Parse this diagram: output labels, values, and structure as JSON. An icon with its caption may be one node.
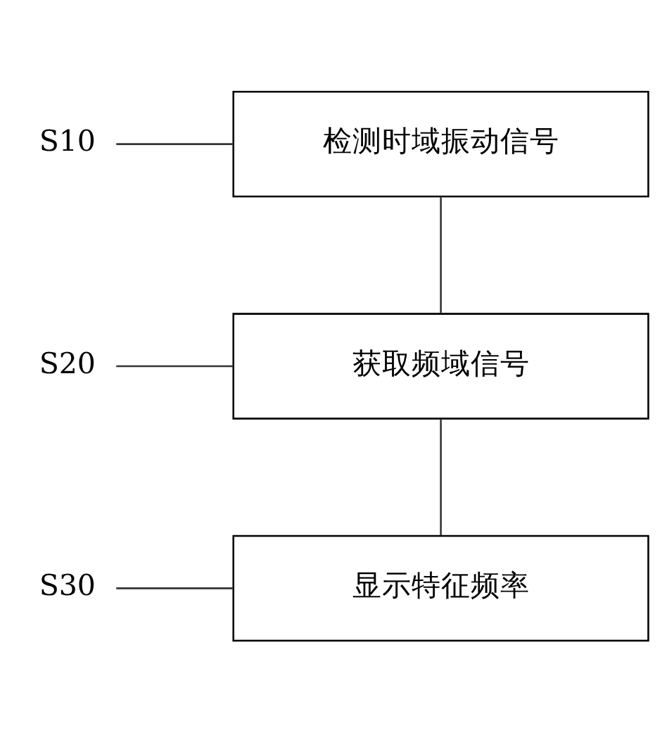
{
  "diagram": {
    "nodes": [
      {
        "text": [
          "检测时域振动信号"
        ]
      },
      {
        "text": [
          "S10"
        ]
      },
      {
        "text": [
          "获取频域信号"
        ]
      },
      {
        "text": [
          "S20"
        ]
      },
      {
        "text": [
          "显示特征频率"
        ]
      },
      {
        "text": [
          "S30"
        ]
      }
    ],
    "edges": [
      {
        "from": 0,
        "to": 2,
        "arrow": "none"
      },
      {
        "from": 2,
        "to": 4,
        "arrow": "none"
      },
      {
        "from": 1,
        "to": 0,
        "arrow": "none"
      },
      {
        "from": 3,
        "to": 2,
        "arrow": "none"
      },
      {
        "from": 5,
        "to": 4,
        "arrow": "none"
      }
    ]
  }
}
